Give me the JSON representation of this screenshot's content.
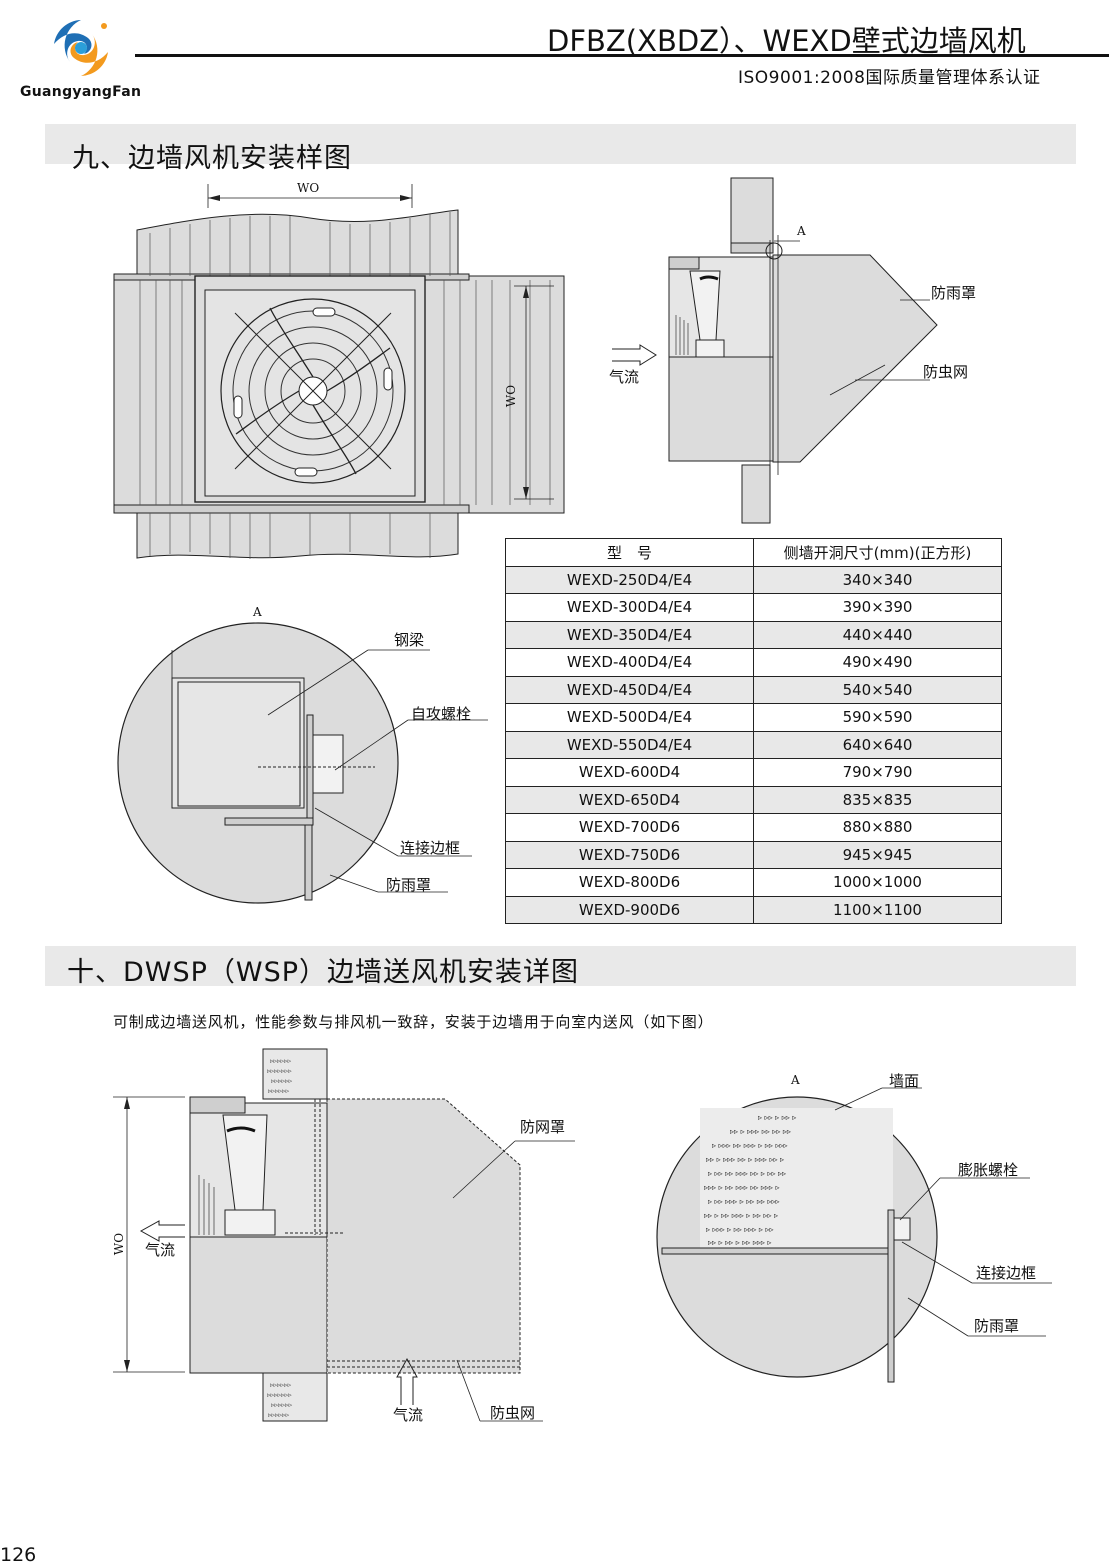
{
  "header": {
    "brand": "GuangyangFan",
    "title": "DFBZ(XBDZ）、WEXD壁式边墙风机",
    "subtitle": "ISO9001:2008国际质量管理体系认证"
  },
  "section9": {
    "title": "九、边墙风机安装样图",
    "front_view": {
      "width_label": "WO",
      "height_label": "WO"
    },
    "side_view": {
      "detail_marker": "A",
      "rain_hood": "防雨罩",
      "insect_net": "防虫网",
      "airflow": "气流"
    },
    "detail": {
      "marker": "A",
      "steel_beam": "钢梁",
      "tapping_bolt": "自攻螺栓",
      "frame": "连接边框",
      "rain_hood": "防雨罩"
    }
  },
  "spec_table": {
    "headers": [
      "型　号",
      "侧墙开洞尺寸(mm)(正方形)"
    ],
    "rows": [
      [
        "WEXD-250D4/E4",
        "340×340"
      ],
      [
        "WEXD-300D4/E4",
        "390×390"
      ],
      [
        "WEXD-350D4/E4",
        "440×440"
      ],
      [
        "WEXD-400D4/E4",
        "490×490"
      ],
      [
        "WEXD-450D4/E4",
        "540×540"
      ],
      [
        "WEXD-500D4/E4",
        "590×590"
      ],
      [
        "WEXD-550D4/E4",
        "640×640"
      ],
      [
        "WEXD-600D4",
        "790×790"
      ],
      [
        "WEXD-650D4",
        "835×835"
      ],
      [
        "WEXD-700D6",
        "880×880"
      ],
      [
        "WEXD-750D6",
        "945×945"
      ],
      [
        "WEXD-800D6",
        "1000×1000"
      ],
      [
        "WEXD-900D6",
        "1100×1100"
      ]
    ]
  },
  "section10": {
    "title": "十、DWSP（WSP）边墙送风机安装详图",
    "description": "可制成边墙送风机，性能参数与排风机一致辞，安装于边墙用于向室内送风（如下图）",
    "side_view": {
      "height_label": "WO",
      "airflow_left": "气流",
      "mesh_hood": "防网罩",
      "airflow_bottom": "气流",
      "insect_net": "防虫网"
    },
    "detail": {
      "marker": "A",
      "wall": "墙面",
      "expansion_bolt": "膨胀螺栓",
      "frame": "连接边框",
      "rain_hood": "防雨罩"
    }
  },
  "footer": {
    "page_number": "126"
  },
  "colors": {
    "section_bar": "#e9e9e9",
    "drawing_fill": "#dcdcdc",
    "logo_blue": "#1f6fb5",
    "logo_orange": "#f39a1e"
  }
}
